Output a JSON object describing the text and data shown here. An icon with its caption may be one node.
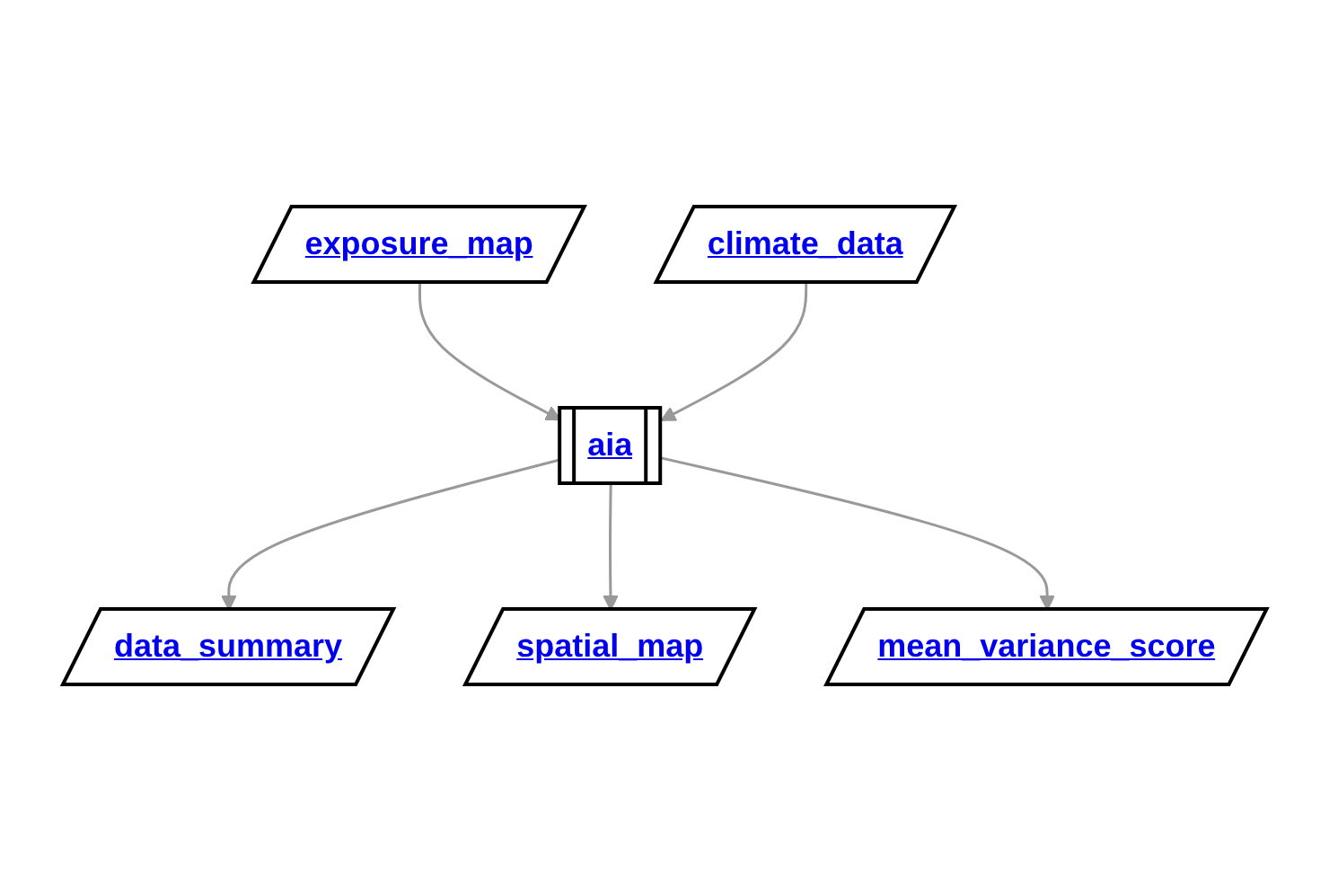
{
  "diagram": {
    "nodes": [
      {
        "text": [
          "exposure_map"
        ]
      },
      {
        "text": [
          "climate_data"
        ]
      },
      {
        "text": [
          "aia"
        ]
      },
      {
        "text": [
          "data_summary"
        ]
      },
      {
        "text": [
          "spatial_map"
        ]
      },
      {
        "text": [
          "mean_variance_score"
        ]
      }
    ],
    "edges": [
      {
        "from": 0,
        "to": 2,
        "arrow": "to"
      },
      {
        "from": 1,
        "to": 2,
        "arrow": "to"
      },
      {
        "from": 2,
        "to": 3,
        "arrow": "to"
      },
      {
        "from": 2,
        "to": 4,
        "arrow": "to"
      },
      {
        "from": 2,
        "to": 5,
        "arrow": "to"
      }
    ]
  }
}
